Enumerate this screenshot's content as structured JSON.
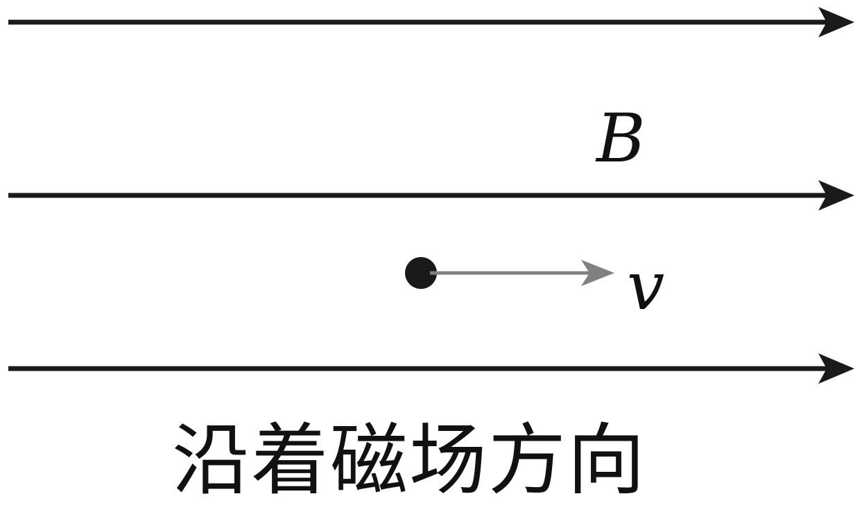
{
  "labels": {
    "field": "B",
    "velocity": "v"
  },
  "caption": "沿着磁场方向",
  "colors": {
    "field_line": "#1a1a1a",
    "velocity_arrow": "#808080",
    "particle": "#1a1a1a"
  }
}
